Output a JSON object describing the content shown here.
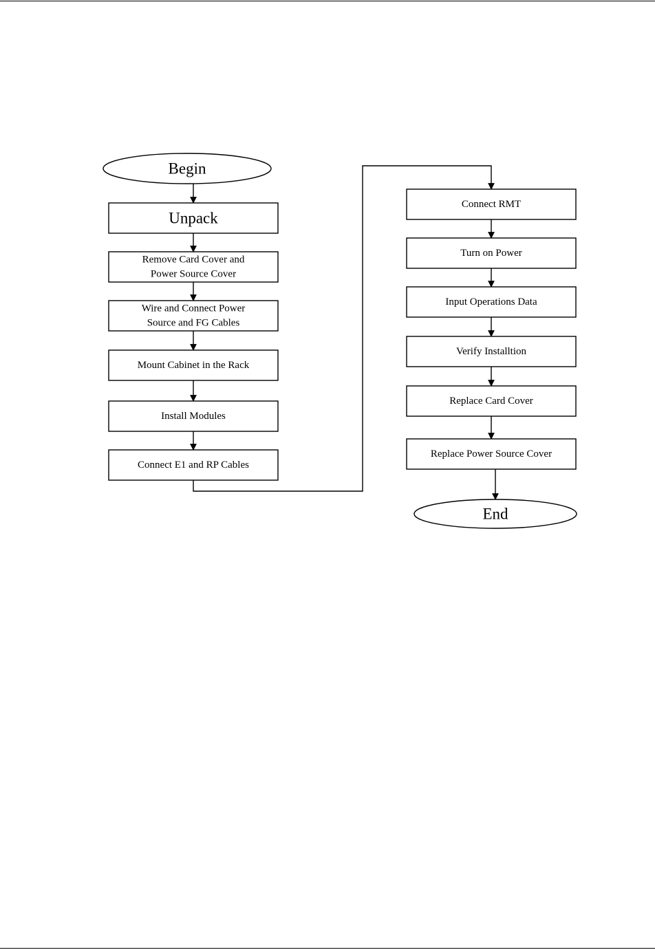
{
  "diagram": {
    "nodes": [
      {
        "id": "begin",
        "shape": "terminal",
        "lines": [
          "Begin"
        ]
      },
      {
        "id": "unpack",
        "shape": "process",
        "lines": [
          "Unpack"
        ]
      },
      {
        "id": "remove-covers",
        "shape": "process",
        "lines": [
          "Remove Card Cover and",
          "Power Source Cover"
        ]
      },
      {
        "id": "wire-power",
        "shape": "process",
        "lines": [
          "Wire and Connect Power",
          "Source and FG Cables"
        ]
      },
      {
        "id": "mount-cabinet",
        "shape": "process",
        "lines": [
          "Mount Cabinet in the Rack"
        ]
      },
      {
        "id": "install-modules",
        "shape": "process",
        "lines": [
          "Install Modules"
        ]
      },
      {
        "id": "connect-e1-rp",
        "shape": "process",
        "lines": [
          "Connect E1 and RP Cables"
        ]
      },
      {
        "id": "connect-rmt",
        "shape": "process",
        "lines": [
          "Connect RMT"
        ]
      },
      {
        "id": "turn-on-power",
        "shape": "process",
        "lines": [
          "Turn on Power"
        ]
      },
      {
        "id": "input-data",
        "shape": "process",
        "lines": [
          "Input Operations Data"
        ]
      },
      {
        "id": "verify-installation",
        "shape": "process",
        "lines": [
          "Verify Installtion"
        ]
      },
      {
        "id": "replace-card-cover",
        "shape": "process",
        "lines": [
          "Replace Card Cover"
        ]
      },
      {
        "id": "replace-power-cover",
        "shape": "process",
        "lines": [
          "Replace Power Source Cover"
        ]
      },
      {
        "id": "end",
        "shape": "terminal",
        "lines": [
          "End"
        ]
      }
    ],
    "edges": [
      {
        "from": "begin",
        "to": "unpack"
      },
      {
        "from": "unpack",
        "to": "remove-covers"
      },
      {
        "from": "remove-covers",
        "to": "wire-power"
      },
      {
        "from": "wire-power",
        "to": "mount-cabinet"
      },
      {
        "from": "mount-cabinet",
        "to": "install-modules"
      },
      {
        "from": "install-modules",
        "to": "connect-e1-rp"
      },
      {
        "from": "connect-e1-rp",
        "to": "connect-rmt"
      },
      {
        "from": "connect-rmt",
        "to": "turn-on-power"
      },
      {
        "from": "turn-on-power",
        "to": "input-data"
      },
      {
        "from": "input-data",
        "to": "verify-installation"
      },
      {
        "from": "verify-installation",
        "to": "replace-card-cover"
      },
      {
        "from": "replace-card-cover",
        "to": "replace-power-cover"
      },
      {
        "from": "replace-power-cover",
        "to": "end"
      }
    ]
  }
}
